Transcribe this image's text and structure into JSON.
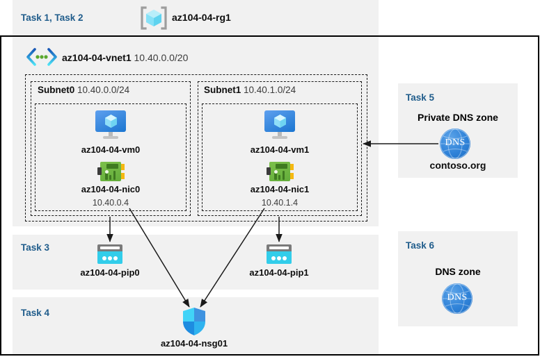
{
  "diagram": {
    "title_bar": {
      "task_label": "Task 1, Task 2",
      "resource_group_name": "az104-04-rg1",
      "resource_group_icon": "resource-group-cube-icon"
    },
    "vnet": {
      "name": "az104-04-vnet1",
      "cidr": "10.40.0.0/20",
      "icon": "virtual-network-icon"
    },
    "subnets": [
      {
        "name": "Subnet0",
        "cidr": "10.40.0.0/24",
        "vm": {
          "name": "az104-04-vm0",
          "icon": "virtual-machine-icon"
        },
        "nic": {
          "name": "az104-04-nic0",
          "ip": "10.40.0.4",
          "icon": "network-interface-icon"
        }
      },
      {
        "name": "Subnet1",
        "cidr": "10.40.1.0/24",
        "vm": {
          "name": "az104-04-vm1",
          "icon": "virtual-machine-icon"
        },
        "nic": {
          "name": "az104-04-nic1",
          "ip": "10.40.1.4",
          "icon": "network-interface-icon"
        }
      }
    ],
    "public_ips": {
      "task_label": "Task 3",
      "items": [
        {
          "name": "az104-04-pip0",
          "icon": "public-ip-address-icon"
        },
        {
          "name": "az104-04-pip1",
          "icon": "public-ip-address-icon"
        }
      ]
    },
    "nsg": {
      "task_label": "Task 4",
      "name": "az104-04-nsg01",
      "icon": "network-security-group-shield-icon"
    },
    "private_dns_zone": {
      "task_label": "Task 5",
      "heading": "Private DNS zone",
      "name": "contoso.org",
      "icon": "dns-globe-icon",
      "icon_text": "DNS"
    },
    "dns_zone": {
      "task_label": "Task 6",
      "heading": "DNS zone",
      "icon": "dns-globe-icon",
      "icon_text": "DNS"
    },
    "colors": {
      "task_label": "#1f5c8b",
      "panel_background": "#f1f1f1",
      "page_background": "#ffffff",
      "azure_blue": "#0078d4",
      "nic_green": "#63ad3a",
      "public_ip_cyan": "#32cdea",
      "dns_blue": "#2f82d8",
      "border": "#000000"
    }
  }
}
